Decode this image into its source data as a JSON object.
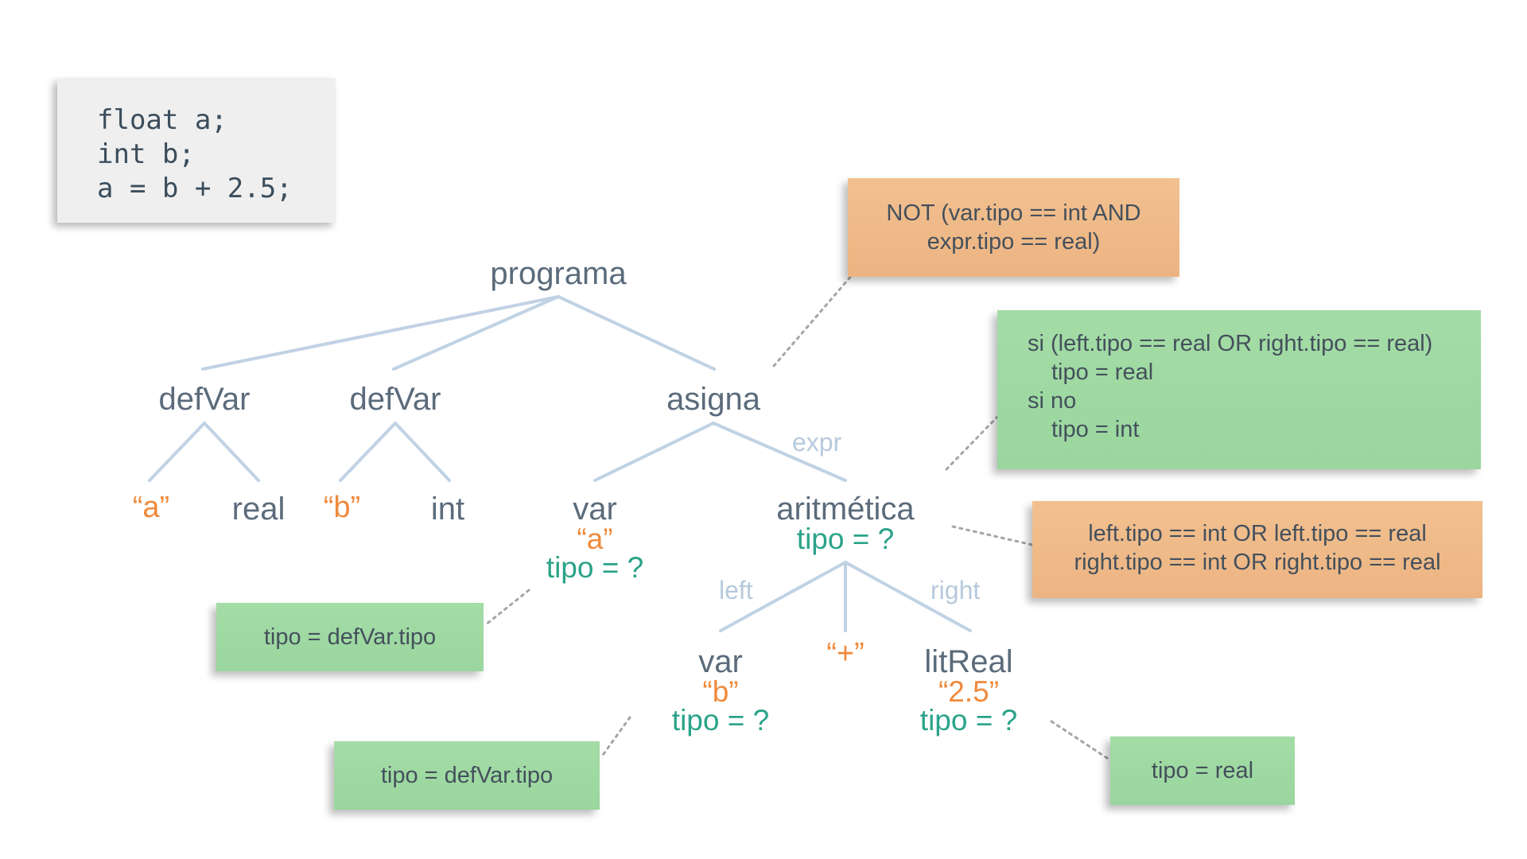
{
  "code": {
    "lines": [
      "float a;",
      "int b;",
      "a = b + 2.5;"
    ]
  },
  "tree": {
    "root": "programa",
    "defvar1": {
      "name": "defVar",
      "id": "“a”",
      "type": "real"
    },
    "defvar2": {
      "name": "defVar",
      "id": "“b”",
      "type": "int"
    },
    "asigna": {
      "name": "asigna"
    },
    "var_a": {
      "name": "var",
      "value": "“a”",
      "attr": "tipo = ?"
    },
    "aritmetica": {
      "name": "aritmética",
      "attr": "tipo = ?"
    },
    "var_b": {
      "name": "var",
      "value": "“b”",
      "attr": "tipo = ?"
    },
    "op": {
      "value": "“+”"
    },
    "litreal": {
      "name": "litReal",
      "value": "“2.5”",
      "attr": "tipo = ?"
    }
  },
  "edge_labels": {
    "expr": "expr",
    "left": "left",
    "right": "right"
  },
  "notes": {
    "asigna_rule": [
      "NOT (var.tipo == int AND",
      "expr.tipo == real)"
    ],
    "aritmetica_tipo": [
      "si (left.tipo == real OR right.tipo == real)",
      "tipo = real",
      "si no",
      "tipo = int"
    ],
    "aritmetica_check": [
      "left.tipo == int OR left.tipo == real",
      "right.tipo == int OR right.tipo == real"
    ],
    "var_a_tipo": "tipo = defVar.tipo",
    "var_b_tipo": "tipo = defVar.tipo",
    "litreal_tipo": "tipo = real"
  },
  "colors": {
    "node_text": "#5b6b7b",
    "value_text": "#ef8a3c",
    "attr_text": "#2aa389",
    "edge": "#c0d2e4",
    "edge_label": "#b7c9dc",
    "note_green": "#9ed89f",
    "note_orange": "#efba88",
    "code_bg": "#efefef"
  }
}
